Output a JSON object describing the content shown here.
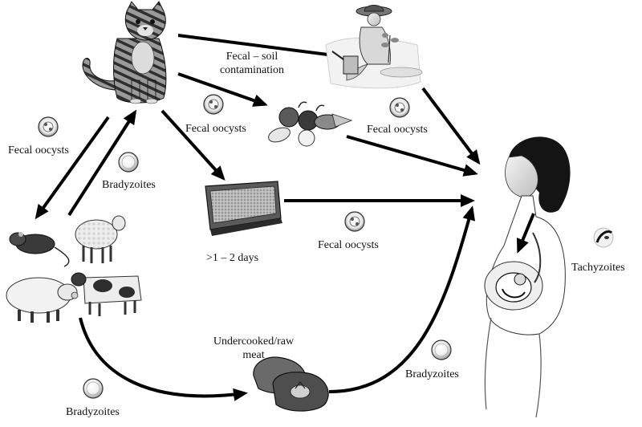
{
  "labels": {
    "fecal_soil_line1": "Fecal – soil",
    "fecal_soil_line2": "contamination",
    "fecal_oocysts_left": "Fecal oocysts",
    "fecal_oocysts_center": "Fecal oocysts",
    "fecal_oocysts_right": "Fecal oocysts",
    "fecal_oocysts_bottom": "Fecal oocysts",
    "bradyzoites_upper": "Bradyzoites",
    "bradyzoites_lower_left": "Bradyzoites",
    "bradyzoites_lower_right": "Bradyzoites",
    "litter_days": ">1 – 2 days",
    "meat_line1": "Undercooked/raw",
    "meat_line2": "meat",
    "tachyzoites": "Tachyzoites"
  },
  "colors": {
    "arrow": "#000000",
    "ink": "#1a1a1a",
    "gray_light": "#d6d6d6",
    "gray_mid": "#9a9a9a",
    "gray_dark": "#4a4a4a"
  },
  "icons": {
    "cat": "cat-illustration",
    "gardener": "gardener-illustration",
    "vegetables": "vegetables-illustration",
    "litter_box": "litter-box-illustration",
    "pregnant_woman": "pregnant-woman-illustration",
    "rat": "rat-illustration",
    "sheep": "sheep-illustration",
    "pig": "pig-illustration",
    "cow": "cow-illustration",
    "meat": "raw-meat-illustration",
    "oocyst": "oocyst-icon",
    "bradyzoite_cyst": "tissue-cyst-icon",
    "tachyzoite": "tachyzoite-icon"
  }
}
